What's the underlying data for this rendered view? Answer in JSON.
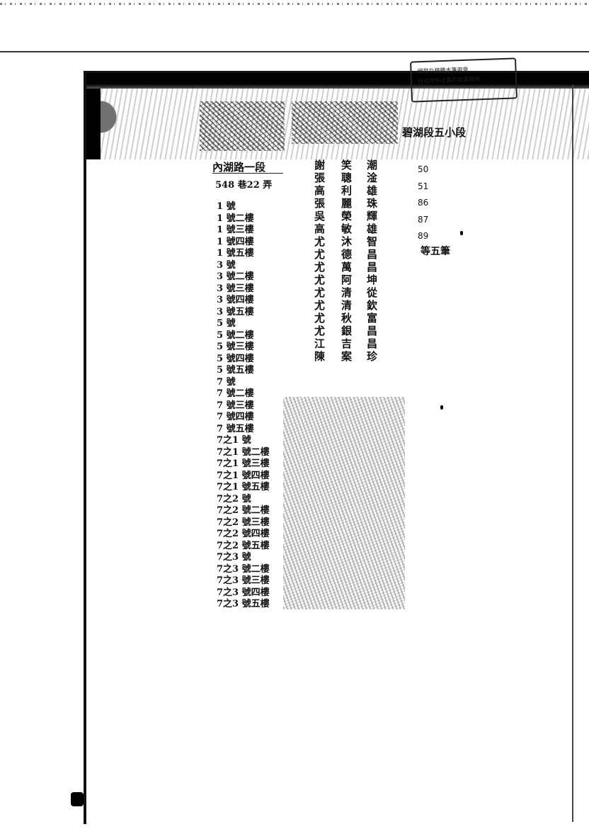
{
  "stamp": {
    "line1": "頒發戶籍謄本專用章",
    "line2": "台北市中正區戶政事務所"
  },
  "header": {
    "district_title": "內湖路一段",
    "address_sub": "548 巷22 弄"
  },
  "address_list": [
    "1 號",
    "1 號二樓",
    "1 號三樓",
    "1 號四樓",
    "1 號五樓",
    "3 號",
    "3 號二樓",
    "3 號三樓",
    "3 號四樓",
    "3 號五樓",
    "5 號",
    "5 號二樓",
    "5 號三樓",
    "5 號四樓",
    "5 號五樓",
    "7 號",
    "7 號二樓",
    "7 號三樓",
    "7 號四樓",
    "7 號五樓",
    "7之1 號",
    "7之1 號二樓",
    "7之1 號三樓",
    "7之1 號四樓",
    "7之1 號五樓",
    "7之2 號",
    "7之2 號二樓",
    "7之2 號三樓",
    "7之2 號四樓",
    "7之2 號五樓",
    "7之3 號",
    "7之3 號二樓",
    "7之3 號三樓",
    "7之3 號四樓",
    "7之3 號五樓"
  ],
  "name_columns": [
    "謝張高張吳高尤尤尤尤尤尤尤尤江陳",
    "笑聰利麗榮敏沐德萬阿清清秋銀吉案",
    "潮淦雄珠輝雄智昌昌坤從欽富昌昌珍"
  ],
  "right_section": {
    "title": "碧湖段五小段",
    "numbers": [
      "50",
      "51",
      "86",
      "87",
      "89"
    ],
    "note": "等五筆"
  }
}
